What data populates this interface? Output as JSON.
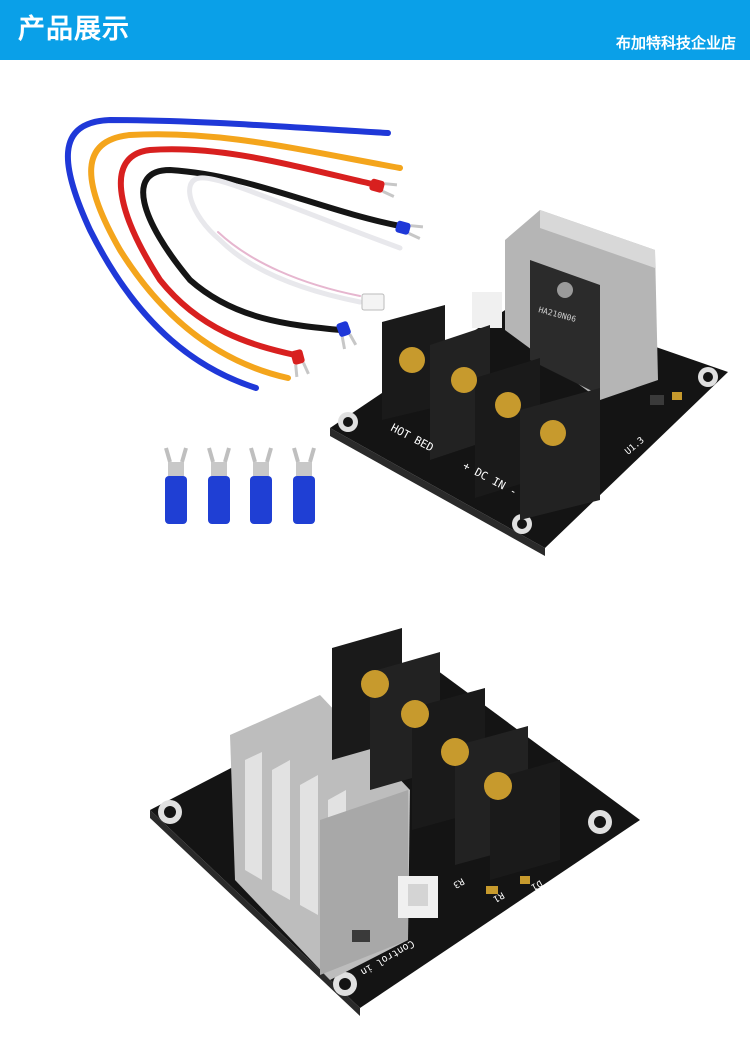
{
  "header": {
    "title": "产品展示",
    "store_name": "布加特科技企业店",
    "background_color": "#0aa0e8",
    "text_color": "#ffffff"
  },
  "photos": {
    "top": {
      "board_labels": {
        "hot_bed": "HOT BED",
        "dc_in": "+ DC IN -",
        "heatsink_mark": "HA210N06",
        "version": "U1.3"
      }
    },
    "bottom": {
      "board_labels": {
        "control_in": "Control in",
        "r3": "R3",
        "r1": "R1",
        "d1": "D1"
      }
    }
  }
}
